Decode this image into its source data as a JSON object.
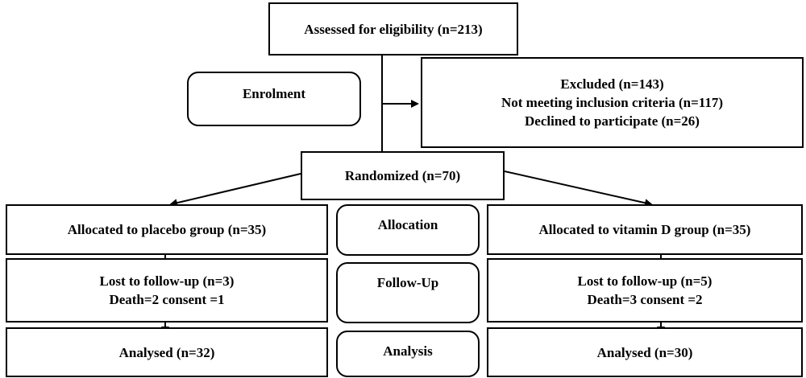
{
  "assessed": {
    "label": "Assessed for eligibility (n=213)"
  },
  "enrolment": {
    "label": "Enrolment"
  },
  "excluded": {
    "title": "Excluded (n=143)",
    "reason1": "Not meeting inclusion criteria (n=117)",
    "reason2": "Declined to participate (n=26)"
  },
  "randomized": {
    "label": "Randomized (n=70)"
  },
  "stages": {
    "allocation": "Allocation",
    "followup": "Follow-Up",
    "analysis": "Analysis"
  },
  "placebo": {
    "allocated": "Allocated to placebo group (n=35)",
    "lost_line1": "Lost to follow-up (n=3)",
    "lost_line2": "Death=2 consent =1",
    "analysed": "Analysed (n=32)"
  },
  "vitamin_d": {
    "allocated": "Allocated to vitamin D group (n=35)",
    "lost_line1": "Lost to follow-up (n=5)",
    "lost_line2": "Death=3 consent =2",
    "analysed": "Analysed (n=30)"
  }
}
